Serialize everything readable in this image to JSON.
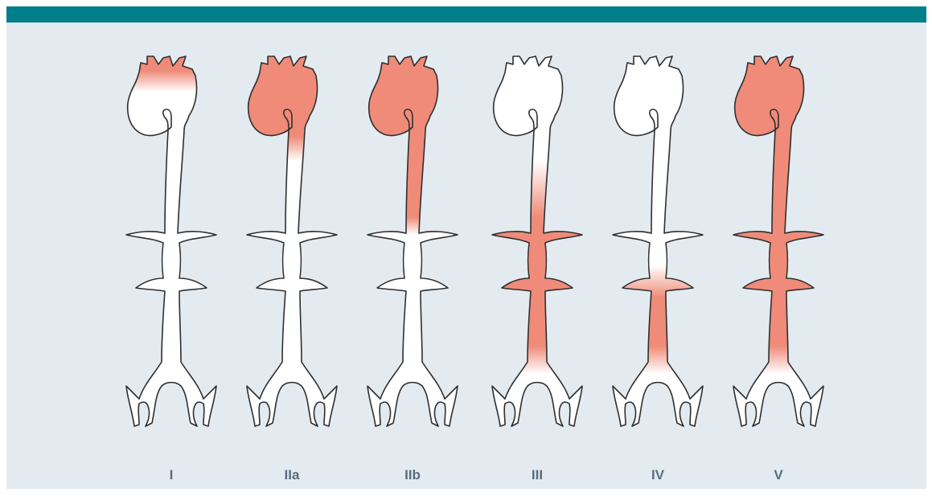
{
  "colors": {
    "header_bar": "#007e8a",
    "background": "#e3ebf1",
    "affected": "#ef8b78",
    "unaffected": "#ffffff",
    "outline": "#2f2f2f",
    "label": "#5b6c7e"
  },
  "types": [
    {
      "label": "I",
      "segments": {
        "arch_top": 1,
        "arch_bulb": 0,
        "desc_upper": 0,
        "desc_mid": 0,
        "celiac": 0,
        "renal": 0,
        "infra": 0
      }
    },
    {
      "label": "IIa",
      "segments": {
        "arch_top": 1,
        "arch_bulb": 1,
        "desc_upper": 0,
        "desc_mid": 0,
        "celiac": 0,
        "renal": 0,
        "infra": 0
      }
    },
    {
      "label": "IIb",
      "segments": {
        "arch_top": 1,
        "arch_bulb": 1,
        "desc_upper": 1,
        "desc_mid": 0,
        "celiac": 0,
        "renal": 0,
        "infra": 0
      }
    },
    {
      "label": "III",
      "segments": {
        "arch_top": 0,
        "arch_bulb": 0,
        "desc_upper": 0,
        "desc_mid": 1,
        "celiac": 1,
        "renal": 1,
        "infra": 1
      }
    },
    {
      "label": "IV",
      "segments": {
        "arch_top": 0,
        "arch_bulb": 0,
        "desc_upper": 0,
        "desc_mid": 0,
        "celiac": 0,
        "renal": 1,
        "infra": 1
      }
    },
    {
      "label": "V",
      "segments": {
        "arch_top": 1,
        "arch_bulb": 1,
        "desc_upper": 1,
        "desc_mid": 1,
        "celiac": 1,
        "renal": 1,
        "infra": 1
      }
    }
  ]
}
